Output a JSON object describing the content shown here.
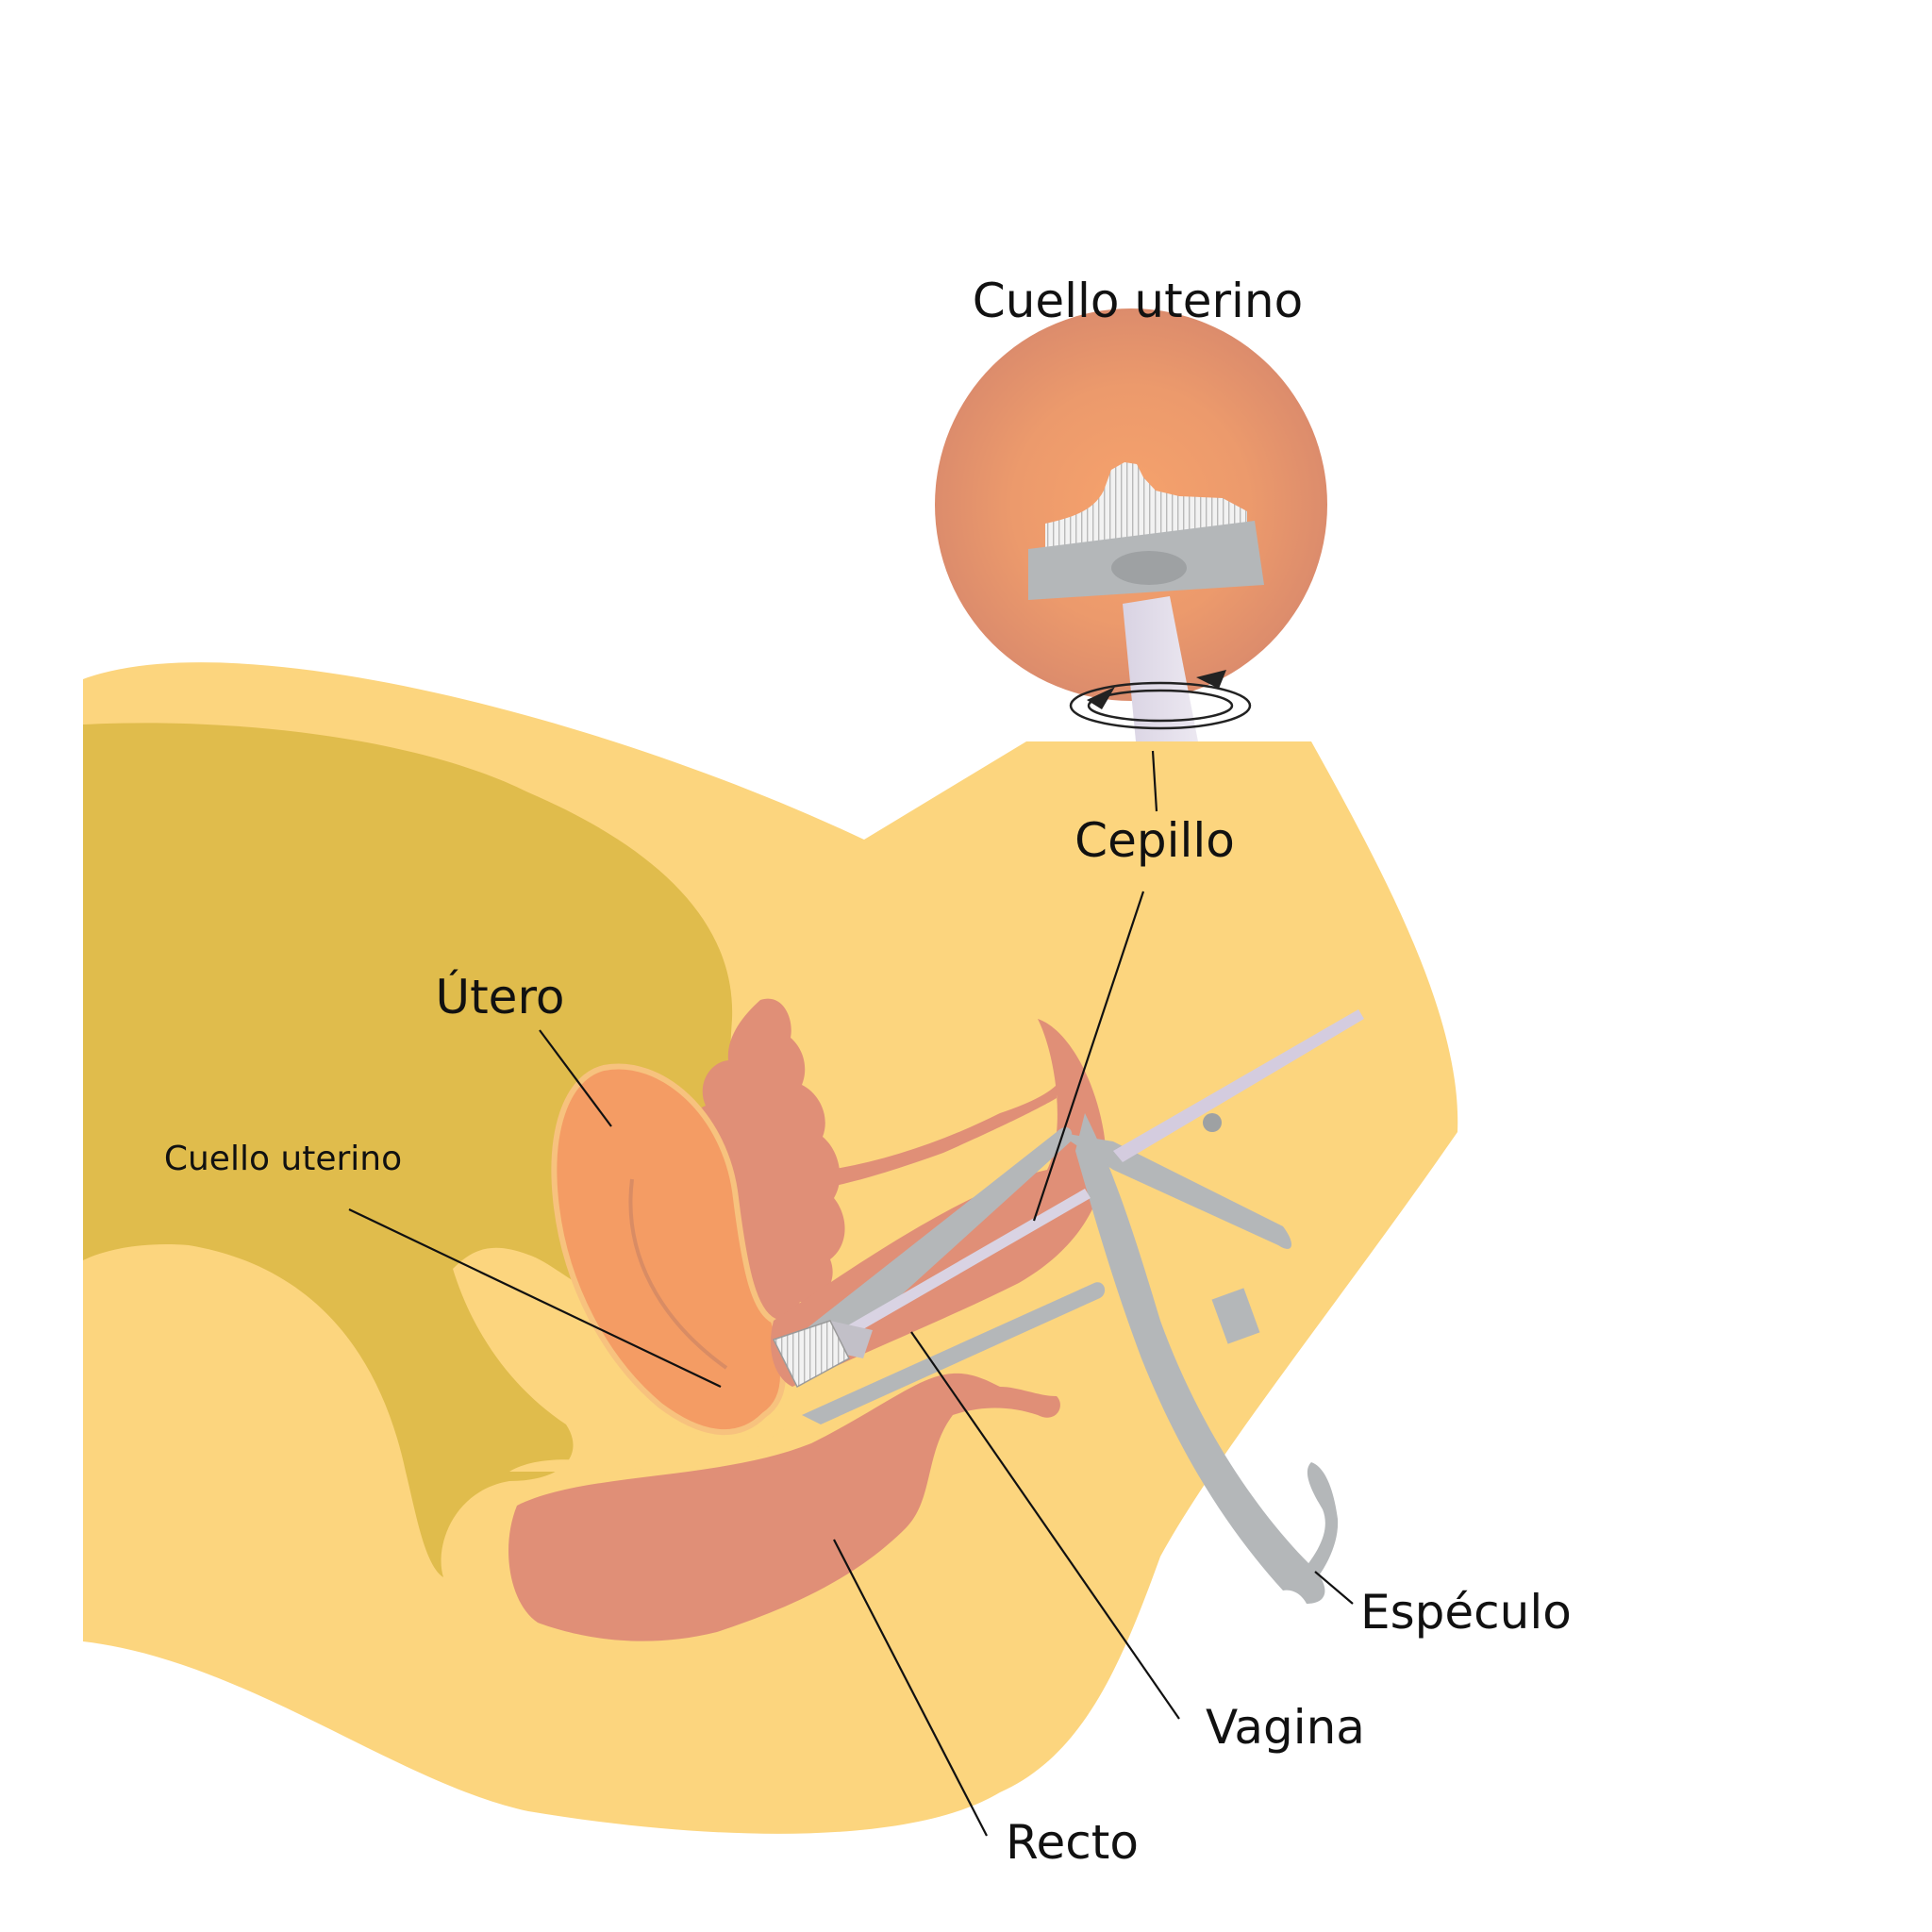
{
  "labels": {
    "cuello_top": "Cuello uterino",
    "cepillo": "Cepillo",
    "utero": "Útero",
    "cuello_side": "Cuello uterino",
    "especulo": "Espéculo",
    "vagina": "Vagina",
    "recto": "Recto"
  },
  "colors": {
    "skin": "#fcd57e",
    "pelvis": "#e0bc4c",
    "uterus": "#f49c64",
    "organ": "#e08f77",
    "instrument": "#b4b7b9",
    "cervix_view": "#e8946a"
  }
}
